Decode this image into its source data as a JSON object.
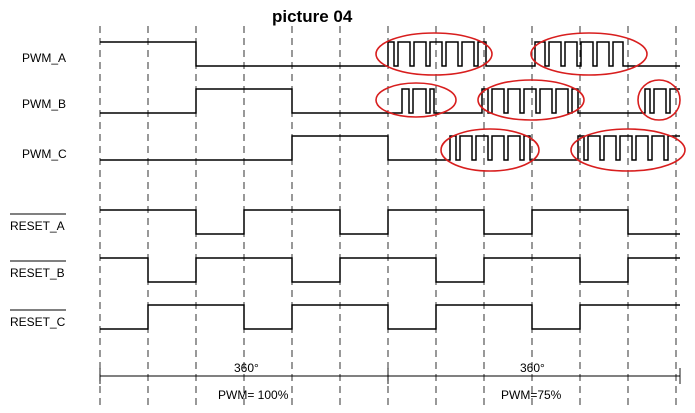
{
  "title": "picture 04",
  "signals": [
    {
      "label": "PWM_A",
      "overline": false
    },
    {
      "label": "PWM_B",
      "overline": false
    },
    {
      "label": "PWM_C",
      "overline": false
    },
    {
      "label": "RESET_A",
      "overline": true
    },
    {
      "label": "RESET_B",
      "overline": true
    },
    {
      "label": "RESET_C",
      "overline": true
    }
  ],
  "sections": [
    {
      "angle_label": "360°",
      "pwm_label": "PWM= 100%"
    },
    {
      "angle_label": "360°",
      "pwm_label": "PWM=75%"
    }
  ],
  "highlight_color": "#d81e1e"
}
